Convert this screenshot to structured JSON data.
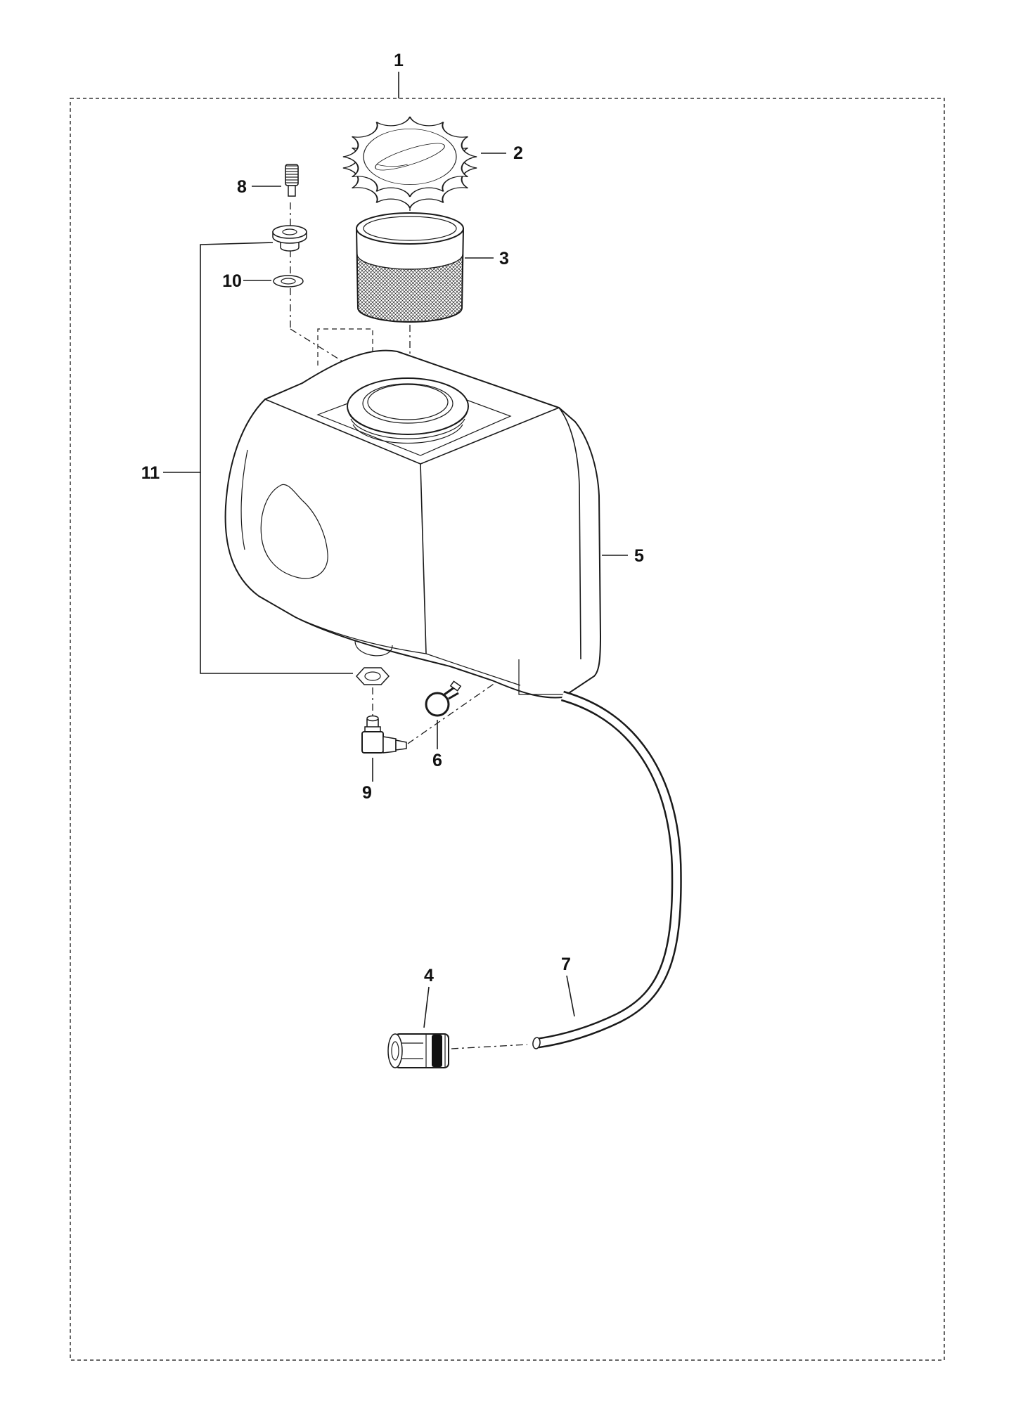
{
  "diagram": {
    "type": "exploded-parts-diagram",
    "subject": "water tank assembly",
    "colors": {
      "ink": "#1a1a1a",
      "background": "#ffffff"
    },
    "labels": {
      "p1": "1",
      "p2": "2",
      "p3": "3",
      "p4": "4",
      "p5": "5",
      "p6": "6",
      "p7": "7",
      "p8": "8",
      "p9": "9",
      "p10": "10",
      "p11": "11"
    }
  }
}
